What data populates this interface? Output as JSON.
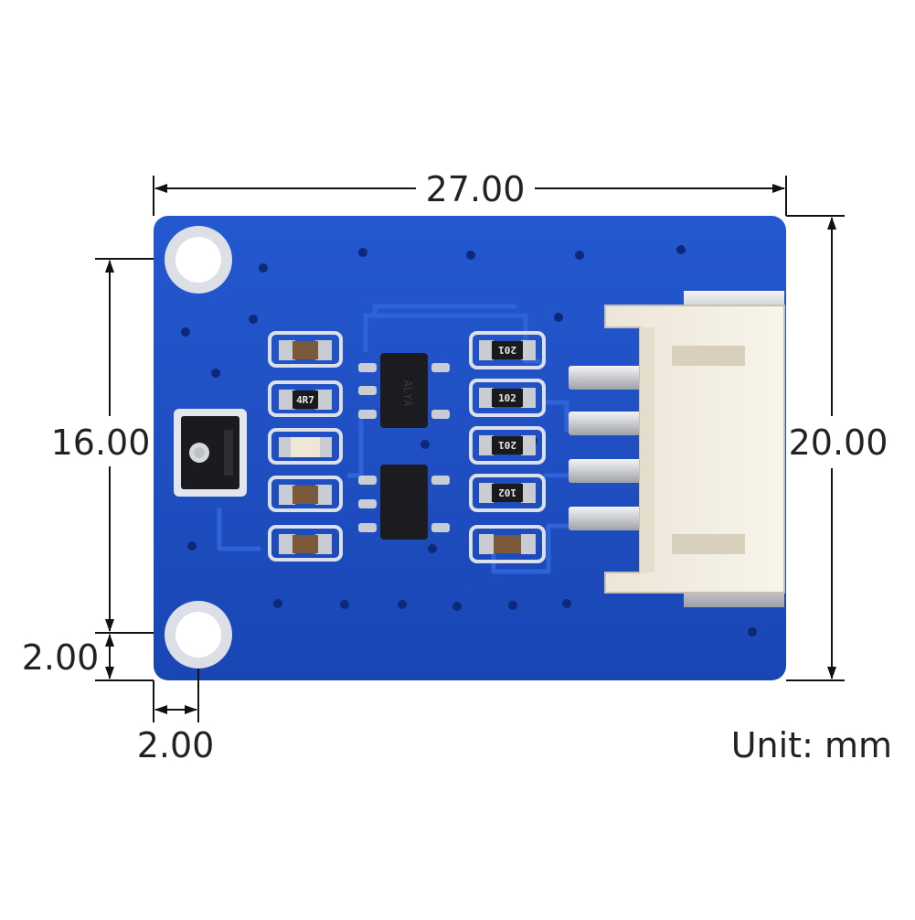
{
  "dimensions": {
    "width": "27.00",
    "height_holes": "16.00",
    "height_total": "20.00",
    "hole_offset_y": "2.00",
    "hole_offset_x": "2.00"
  },
  "unit_label": "Unit: mm",
  "silkscreen": {
    "resistor_4r7": "4R7",
    "resistor_201_top": "201",
    "resistor_102_a": "102",
    "resistor_201_mid": "201",
    "resistor_102_b": "102",
    "ic_top": "ALYA"
  },
  "colors": {
    "pcb_blue": "#1f4fc4",
    "connector_white": "#f3eee3",
    "pad_silver": "#d9dbe0"
  }
}
